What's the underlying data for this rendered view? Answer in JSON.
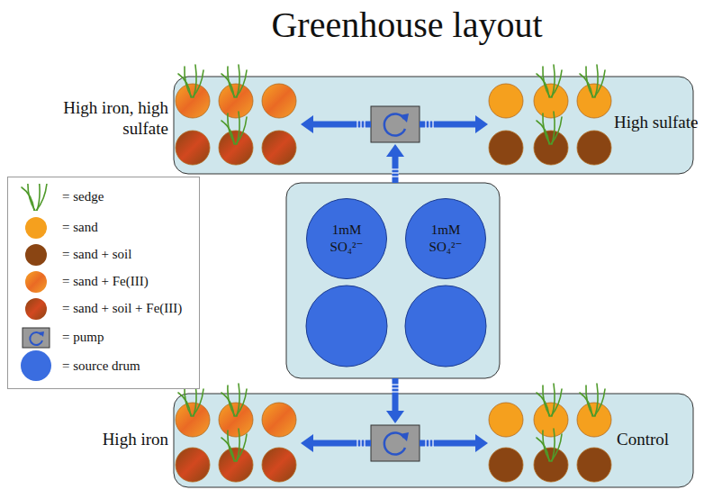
{
  "diagram": {
    "title": "Greenhouse layout",
    "nodes": [
      {
        "text": [
          "High iron, high sulfate",
          "High sulfate"
        ]
      },
      {
        "text": [
          "1mM SO₄²⁻"
        ]
      },
      {
        "text": [
          "1mM SO₄²⁻"
        ]
      },
      {
        "text": [
          "High iron",
          "Control"
        ]
      }
    ],
    "legend": [
      {
        "text": "= sedge"
      },
      {
        "text": "= sand",
        "color": "#f5a01e"
      },
      {
        "text": "= sand + soil",
        "color": "#8a4513"
      },
      {
        "text": "= sand + Fe(III)"
      },
      {
        "text": "= sand + soil + Fe(III)"
      },
      {
        "text": "= pump"
      },
      {
        "text": "= source drum",
        "color": "#3a6de0"
      }
    ]
  }
}
